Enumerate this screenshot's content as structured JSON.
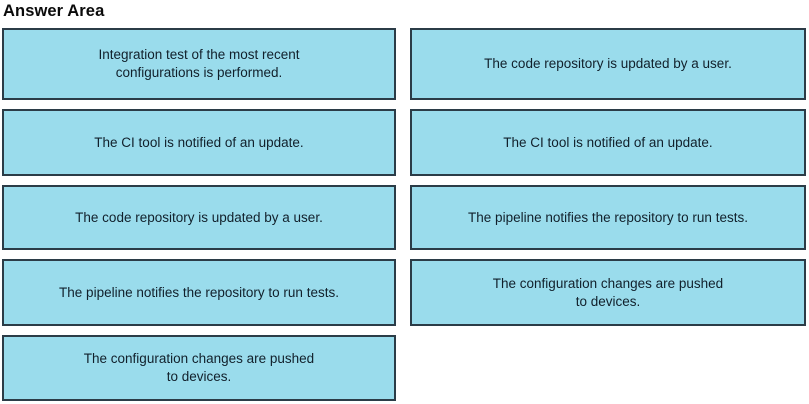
{
  "header": {
    "title": "Answer Area"
  },
  "colors": {
    "box_fill": "#9ADCEC",
    "box_border": "#2B3C47",
    "text": "#11202B",
    "background": "#FFFFFF"
  },
  "answer_area": {
    "columns": [
      {
        "name": "left-column",
        "options": [
          {
            "id": "left-option-1",
            "text": "Integration test of the most recent\nconfigurations is performed.",
            "lines": 2
          },
          {
            "id": "left-option-2",
            "text": "The CI tool is notified of an update.",
            "lines": 1
          },
          {
            "id": "left-option-3",
            "text": "The code repository is updated by a user.",
            "lines": 1
          },
          {
            "id": "left-option-4",
            "text": "The pipeline notifies the repository to run tests.",
            "lines": 1
          },
          {
            "id": "left-option-5",
            "text": "The configuration changes are pushed\nto devices.",
            "lines": 2
          }
        ]
      },
      {
        "name": "right-column",
        "options": [
          {
            "id": "right-option-1",
            "text": "The code repository is updated by a user.",
            "lines": 1
          },
          {
            "id": "right-option-2",
            "text": "The CI tool is notified of an update.",
            "lines": 1
          },
          {
            "id": "right-option-3",
            "text": "The pipeline notifies the repository to run tests.",
            "lines": 1
          },
          {
            "id": "right-option-4",
            "text": "The configuration changes are pushed\nto devices.",
            "lines": 2
          }
        ]
      }
    ]
  }
}
